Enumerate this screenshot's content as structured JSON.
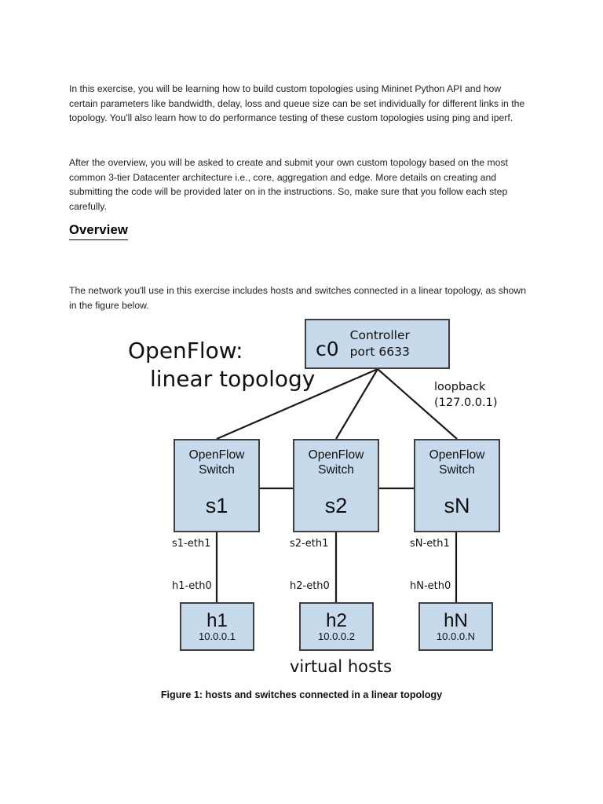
{
  "document": {
    "paragraphs": [
      "In this exercise, you will be learning how to build custom topologies using Mininet Python API and how certain parameters like bandwidth, delay, loss and queue size can be set individually for different links in the topology. You'll also learn how to do performance testing of these custom topologies using ping and iperf.",
      "After the overview, you will be asked to create and submit your own custom topology based on the most common 3-tier Datacenter architecture i.e., core, aggregation and edge. More details on creating and submitting the code will be provided later on in the instructions. So, make sure that you follow each step carefully.",
      "The network you'll use in this exercise includes hosts and switches connected in a linear topology, as shown in the figure below."
    ],
    "heading": "Overview"
  },
  "figure": {
    "title_line1": "OpenFlow:",
    "title_line2": "linear topology",
    "caption": "Figure 1: hosts and switches connected in a linear topology",
    "virtual_hosts_label": "virtual hosts",
    "loopback_label_line1": "loopback",
    "loopback_label_line2": "(127.0.0.1)",
    "controller": {
      "id": "c0",
      "role": "Controller",
      "port": "port 6633"
    },
    "switches": [
      {
        "id": "s1",
        "title_line1": "OpenFlow",
        "title_line2": "Switch"
      },
      {
        "id": "s2",
        "title_line1": "OpenFlow",
        "title_line2": "Switch"
      },
      {
        "id": "sN",
        "title_line1": "OpenFlow",
        "title_line2": "Switch"
      }
    ],
    "hosts": [
      {
        "id": "h1",
        "ip": "10.0.0.1"
      },
      {
        "id": "h2",
        "ip": "10.0.0.2"
      },
      {
        "id": "hN",
        "ip": "10.0.0.N"
      }
    ],
    "interfaces": [
      {
        "switch_side": "s1-eth1",
        "host_side": "h1-eth0"
      },
      {
        "switch_side": "s2-eth1",
        "host_side": "h2-eth0"
      },
      {
        "switch_side": "sN-eth1",
        "host_side": "hN-eth0"
      }
    ],
    "colors": {
      "node_fill": "#c6daec",
      "node_border": "#3f3f3f",
      "link_stroke": "#1a1a1a",
      "page_background": "#ffffff"
    }
  }
}
